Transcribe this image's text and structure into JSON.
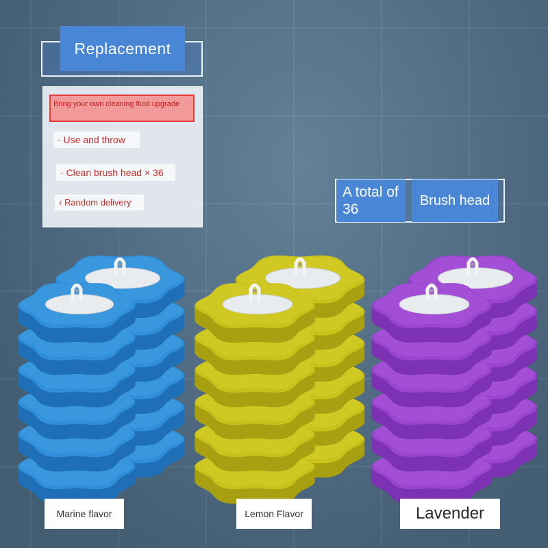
{
  "title": {
    "label": "Replacement"
  },
  "features": {
    "highlight": "Bring your own cleaning fluid upgrade",
    "items": [
      "· Use and throw",
      "· Clean brush head × 36",
      "‹ Random delivery"
    ]
  },
  "total": {
    "line_a": "A total of 36",
    "line_b": "Brush head"
  },
  "flavors": [
    {
      "label": "Marine flavor",
      "color": "#2f8fd8",
      "dark": "#1f6fb6",
      "light": "#4aa6e8"
    },
    {
      "label": "Lemon Flavor",
      "color": "#c9c21a",
      "dark": "#a8a010",
      "light": "#dcd637"
    },
    {
      "label": "Lavender",
      "color": "#9a45d0",
      "dark": "#7c32b2",
      "light": "#b160e2"
    }
  ],
  "colors": {
    "accent_blue": "#4a86d6",
    "feature_red": "#c43030"
  }
}
